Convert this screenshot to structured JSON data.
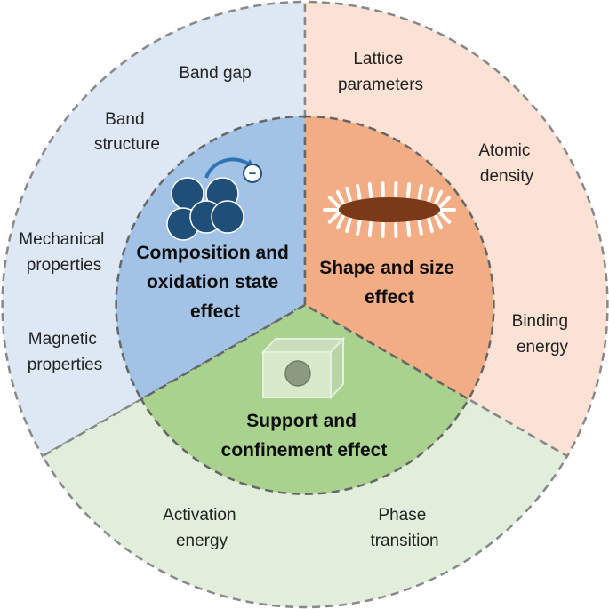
{
  "colors": {
    "outer_blue": "#dde8f4",
    "outer_orange": "#fbe2d4",
    "outer_green": "#e1eedb",
    "inner_blue": "#a3c3e6",
    "inner_orange": "#f2ad84",
    "inner_green": "#a9d28f",
    "divider": "#777777",
    "atom": "#1f4e79",
    "particle": "#7a3a1a"
  },
  "sectors": [
    {
      "id": "composition",
      "center_label": [
        "Composition and",
        "oxidation state",
        "effect"
      ],
      "icon": "atom-cluster-electron-icon",
      "outer_labels": [
        [
          "Band gap"
        ],
        [
          "Band",
          "structure"
        ],
        [
          "Mechanical",
          "properties"
        ],
        [
          "Magnetic",
          "properties"
        ]
      ]
    },
    {
      "id": "shape",
      "center_label": [
        "Shape and size",
        "effect"
      ],
      "icon": "nanoparticle-ligand-icon",
      "outer_labels": [
        [
          "Lattice",
          "parameters"
        ],
        [
          "Atomic",
          "density"
        ],
        [
          "Binding",
          "energy"
        ]
      ]
    },
    {
      "id": "support",
      "center_label": [
        "Support and",
        "confinement effect"
      ],
      "icon": "confinement-cube-icon",
      "outer_labels": [
        [
          "Activation",
          "energy"
        ],
        [
          "Phase",
          "transition"
        ]
      ]
    }
  ],
  "electron_symbol": "−"
}
